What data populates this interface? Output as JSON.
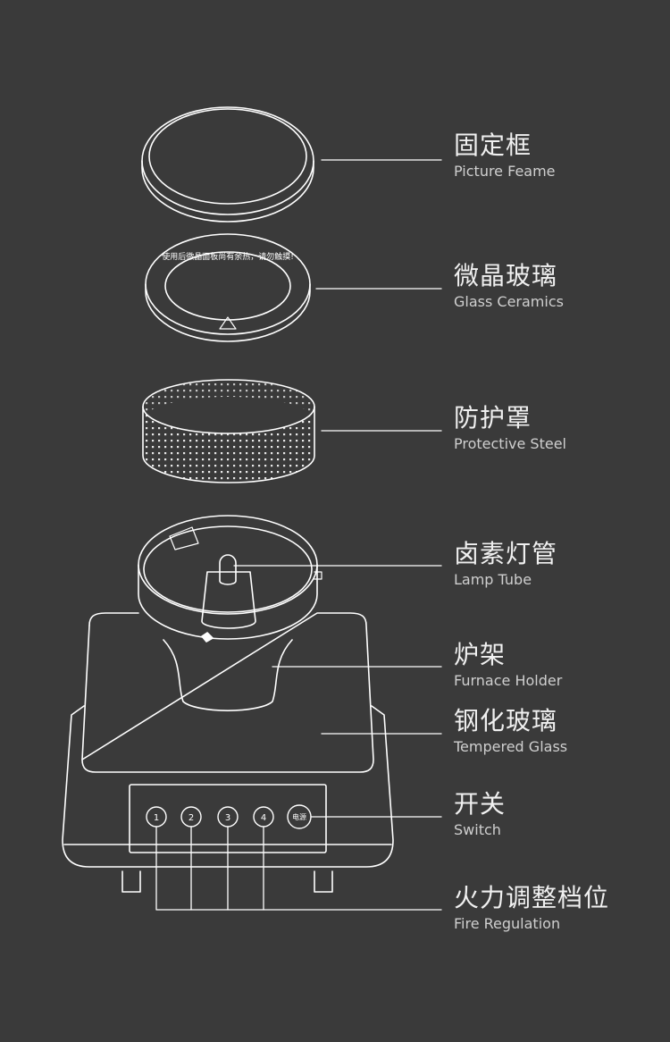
{
  "parts": [
    {
      "zh": "固定框",
      "en": "Picture Feame"
    },
    {
      "zh": "微晶玻璃",
      "en": "Glass Ceramics"
    },
    {
      "zh": "防护罩",
      "en": "Protective Steel"
    },
    {
      "zh": "卤素灯管",
      "en": "Lamp Tube"
    },
    {
      "zh": "炉架",
      "en": "Furnace Holder"
    },
    {
      "zh": "钢化玻璃",
      "en": "Tempered Glass"
    },
    {
      "zh": "开关",
      "en": "Switch"
    },
    {
      "zh": "火力调整档位",
      "en": "Fire Regulation"
    }
  ],
  "ceramic_ring_text": "使用后微晶面板尚有余热，请勿触摸!",
  "control_panel": {
    "buttons": [
      "1",
      "2",
      "3",
      "4"
    ],
    "power_label": "电源"
  },
  "colors": {
    "background": "#3a3a3a",
    "line": "#ffffff",
    "text": "#f0f0f0"
  }
}
